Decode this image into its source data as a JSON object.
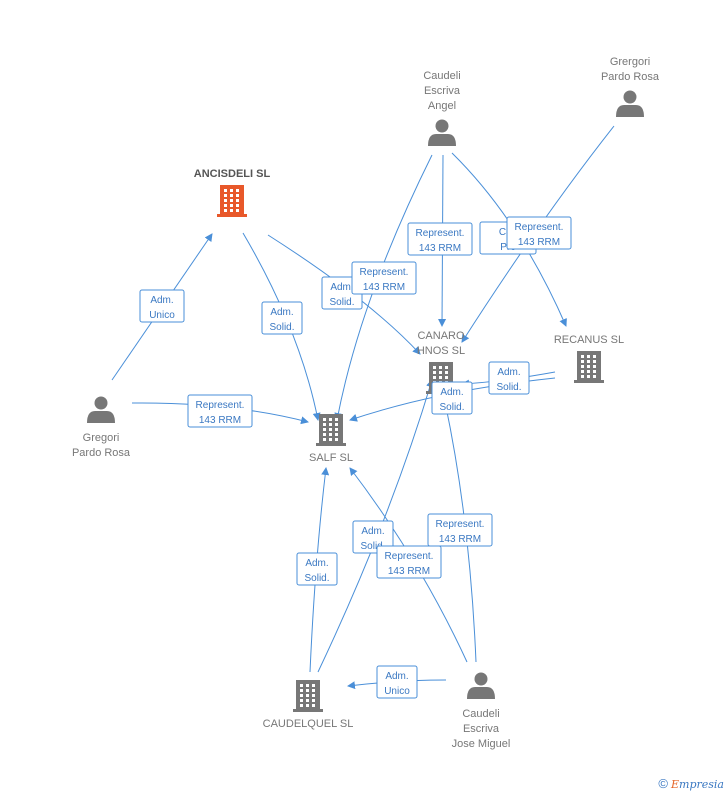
{
  "colors": {
    "edge": "#4a8fd8",
    "node": "#777777",
    "focus": "#e8582a"
  },
  "nodes": [
    {
      "id": "ancisdeli",
      "kind": "company",
      "focus": true,
      "label": [
        "ANCISDELI SL"
      ],
      "label_pos": "above"
    },
    {
      "id": "caudeli_angel",
      "kind": "person",
      "label": [
        "Caudeli",
        "Escriva",
        "Angel"
      ],
      "label_pos": "above"
    },
    {
      "id": "grergori",
      "kind": "person",
      "label": [
        "Grergori",
        "Pardo Rosa"
      ],
      "label_pos": "above"
    },
    {
      "id": "canaro",
      "kind": "company",
      "label": [
        "CANARO",
        "HNOS SL"
      ],
      "label_pos": "above"
    },
    {
      "id": "recanus",
      "kind": "company",
      "label": [
        "RECANUS SL"
      ],
      "label_pos": "above"
    },
    {
      "id": "gregori",
      "kind": "person",
      "label": [
        "Gregori",
        "Pardo Rosa"
      ],
      "label_pos": "below"
    },
    {
      "id": "salf",
      "kind": "company",
      "label": [
        "SALF SL"
      ],
      "label_pos": "below"
    },
    {
      "id": "caudelquel",
      "kind": "company",
      "label": [
        "CAUDELQUEL SL"
      ],
      "label_pos": "below"
    },
    {
      "id": "caudeli_jose",
      "kind": "person",
      "label": [
        "Caudeli",
        "Escriva",
        "Jose Miguel"
      ],
      "label_pos": "below"
    }
  ],
  "edges": [
    {
      "from": "gregori",
      "to": "ancisdeli",
      "label": [
        "Adm.",
        "Unico"
      ]
    },
    {
      "from": "ancisdeli",
      "to": "salf",
      "label": [
        "Adm.",
        "Solid."
      ]
    },
    {
      "from": "ancisdeli",
      "to": "canaro",
      "label": [
        "Adm.",
        "Solid."
      ]
    },
    {
      "from": "gregori",
      "to": "salf",
      "label": [
        "Represent.",
        "143 RRM"
      ]
    },
    {
      "from": "caudeli_angel",
      "to": "salf",
      "label": [
        "Represent.",
        "143 RRM"
      ]
    },
    {
      "from": "caudeli_angel",
      "to": "canaro",
      "label": [
        "Represent.",
        "143 RRM"
      ]
    },
    {
      "from": "caudeli_angel",
      "to": "recanus",
      "label": [
        "Con",
        "Pre"
      ]
    },
    {
      "from": "grergori",
      "to": "canaro",
      "label": [
        "Represent.",
        "143 RRM"
      ]
    },
    {
      "from": "recanus",
      "to": "canaro",
      "label": [
        "Adm.",
        "Solid."
      ]
    },
    {
      "from": "recanus",
      "to": "salf",
      "label": [
        "Adm.",
        "Solid."
      ]
    },
    {
      "from": "caudelquel",
      "to": "salf",
      "label": [
        "Adm.",
        "Solid."
      ]
    },
    {
      "from": "caudelquel",
      "to": "canaro",
      "label": [
        "Adm.",
        "Solid."
      ]
    },
    {
      "from": "caudeli_jose",
      "to": "salf",
      "label": [
        "Represent.",
        "143 RRM"
      ]
    },
    {
      "from": "caudeli_jose",
      "to": "canaro",
      "label": [
        "Represent.",
        "143 RRM"
      ]
    },
    {
      "from": "caudeli_jose",
      "to": "caudelquel",
      "label": [
        "Adm.",
        "Unico"
      ]
    }
  ],
  "footer": {
    "copyright": "©",
    "brand_first": "E",
    "brand_rest": "mpresia"
  }
}
